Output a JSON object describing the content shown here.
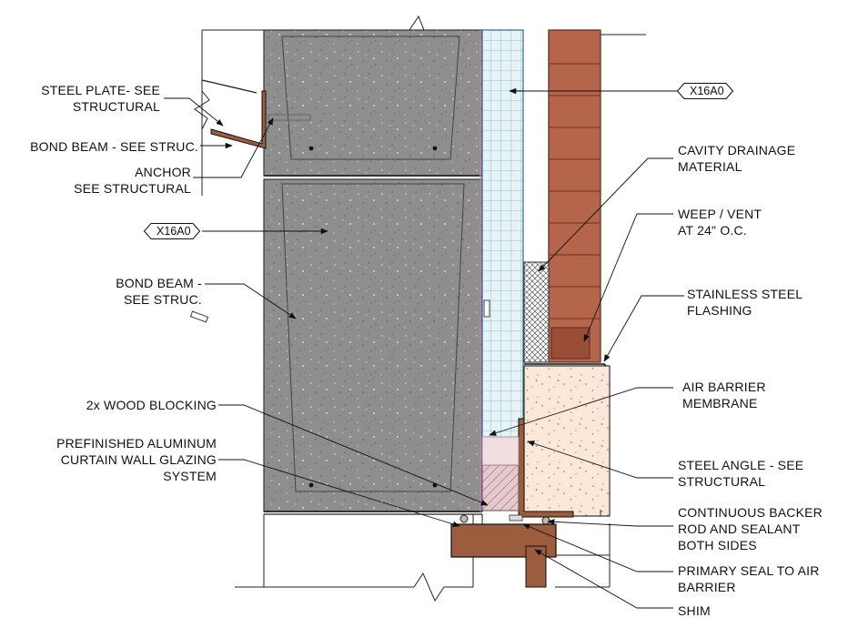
{
  "labels": {
    "steel_plate": [
      "STEEL PLATE- SEE",
      "STRUCTURAL"
    ],
    "bond_beam_top": [
      "BOND BEAM - SEE STRUC."
    ],
    "anchor": [
      "ANCHOR",
      "SEE STRUCTURAL"
    ],
    "bond_beam_mid": [
      "BOND BEAM -",
      "SEE STRUC."
    ],
    "wood_blocking": [
      "2x WOOD BLOCKING"
    ],
    "curtain_wall": [
      "PREFINISHED ALUMINUM",
      "CURTAIN WALL GLAZING",
      "SYSTEM"
    ],
    "cavity_drainage": [
      "CAVITY DRAINAGE",
      "MATERIAL"
    ],
    "weep_vent": [
      "WEEP / VENT",
      "AT 24\" O.C."
    ],
    "flashing": [
      "STAINLESS STEEL",
      "FLASHING"
    ],
    "air_barrier": [
      "AIR BARRIER",
      "MEMBRANE"
    ],
    "steel_angle": [
      "STEEL ANGLE - SEE",
      "STRUCTURAL"
    ],
    "backer_rod": [
      "CONTINUOUS BACKER",
      "ROD AND SEALANT",
      "BOTH SIDES"
    ],
    "primary_seal": [
      "PRIMARY SEAL TO AIR",
      "BARRIER"
    ],
    "shim": [
      "SHIM"
    ]
  },
  "tags": {
    "tag_right": "X16A0",
    "tag_left": "X16A0"
  },
  "colors": {
    "concrete": "#8c8c8c",
    "brick": "#b5654c",
    "insulation": "#e3f3f6",
    "sill": "#f8e3cf",
    "wood": "#9c5c3e",
    "blocking": "#e4c4cb"
  }
}
